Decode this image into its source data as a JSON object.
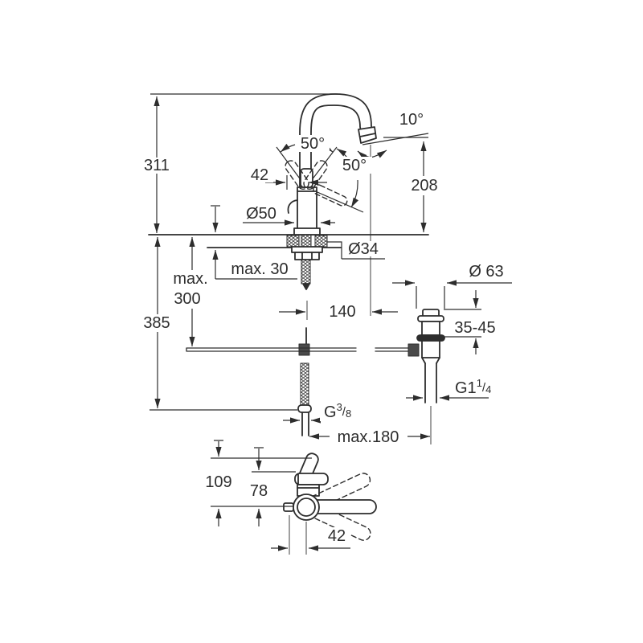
{
  "drawing": {
    "background": "#ffffff",
    "line_color": "#2d2d2d",
    "description": "technical dimension drawing of single-lever basin mixer with pop-up waste"
  },
  "side_view": {
    "total_height": "311",
    "handle_projection": "42",
    "handle_angle_left": "50°",
    "handle_angle_right": "50°",
    "spout_outlet_angle": "10°",
    "outlet_height": "208",
    "base_diameter": "Ø50",
    "hole_diameter": "Ø34",
    "deck_thickness": "max. 30",
    "rod_length_line1": "max.",
    "rod_length_line2": "300",
    "hose_length": "385",
    "spout_projection": "140"
  },
  "drain_view": {
    "flange_diameter": "Ø 63",
    "deck_range": "35-45",
    "thread_base": "G1",
    "thread_numerator": "1",
    "thread_slash": "/",
    "thread_denominator": "4",
    "rod_horizontal_span": "max.180"
  },
  "supply": {
    "thread_base": "G",
    "thread_numerator": "3",
    "thread_slash": "/",
    "thread_denominator": "8"
  },
  "top_view": {
    "depth_total": "109",
    "depth_body": "78",
    "handle_offset": "42"
  }
}
